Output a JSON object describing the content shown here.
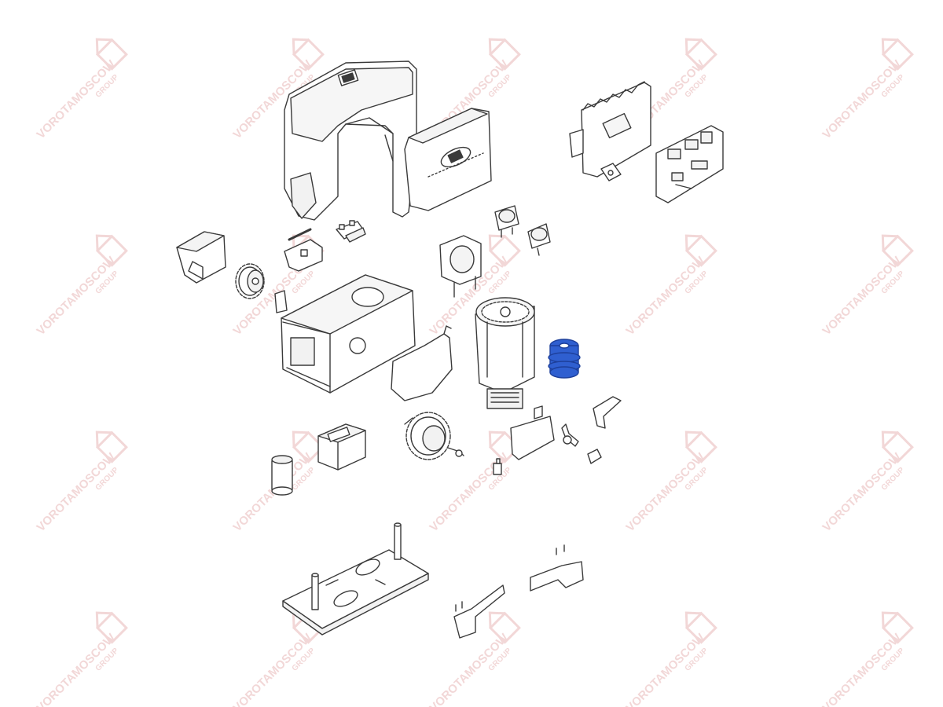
{
  "watermark": {
    "brand": "VOROTAMOSCOW",
    "sub": "GROUP",
    "color": "#e8b8b8"
  },
  "colors": {
    "line": "#3a3a3a",
    "highlight": "#2f5fd0",
    "highlight_dark": "#1d3f9a"
  },
  "parts": [
    {
      "id": "cover-housing",
      "icon": "cover-housing-icon"
    },
    {
      "id": "front-cover",
      "icon": "front-cover-icon"
    },
    {
      "id": "control-board-bracket",
      "icon": "board-bracket-icon"
    },
    {
      "id": "control-board",
      "icon": "circuit-board-icon"
    },
    {
      "id": "gear-guard",
      "icon": "gear-guard-icon"
    },
    {
      "id": "pinion-gear",
      "icon": "pinion-gear-icon"
    },
    {
      "id": "release-lock",
      "icon": "lock-icon"
    },
    {
      "id": "terminal-block",
      "icon": "terminal-block-icon"
    },
    {
      "id": "limit-switch-left",
      "icon": "limit-switch-icon"
    },
    {
      "id": "limit-switch-right",
      "icon": "limit-switch-icon"
    },
    {
      "id": "fan-cover",
      "icon": "fan-cover-icon"
    },
    {
      "id": "gearbox-body",
      "icon": "gearbox-icon"
    },
    {
      "id": "clip",
      "icon": "clip-icon"
    },
    {
      "id": "gasket",
      "icon": "gasket-icon"
    },
    {
      "id": "motor",
      "icon": "motor-icon"
    },
    {
      "id": "worm-screw",
      "icon": "worm-screw-icon"
    },
    {
      "id": "release-key",
      "icon": "key-icon"
    },
    {
      "id": "transformer",
      "icon": "transformer-icon"
    },
    {
      "id": "capacitor",
      "icon": "capacitor-icon"
    },
    {
      "id": "worm-wheel",
      "icon": "worm-wheel-icon"
    },
    {
      "id": "cable-clamp",
      "icon": "cable-clamp-icon"
    },
    {
      "id": "fuse-holder",
      "icon": "fuse-holder-icon"
    },
    {
      "id": "screws",
      "icon": "screw-icon"
    },
    {
      "id": "anchor-plate",
      "icon": "anchor-plate-icon"
    },
    {
      "id": "cam-left",
      "icon": "cam-icon"
    },
    {
      "id": "cam-right",
      "icon": "cam-icon"
    }
  ]
}
